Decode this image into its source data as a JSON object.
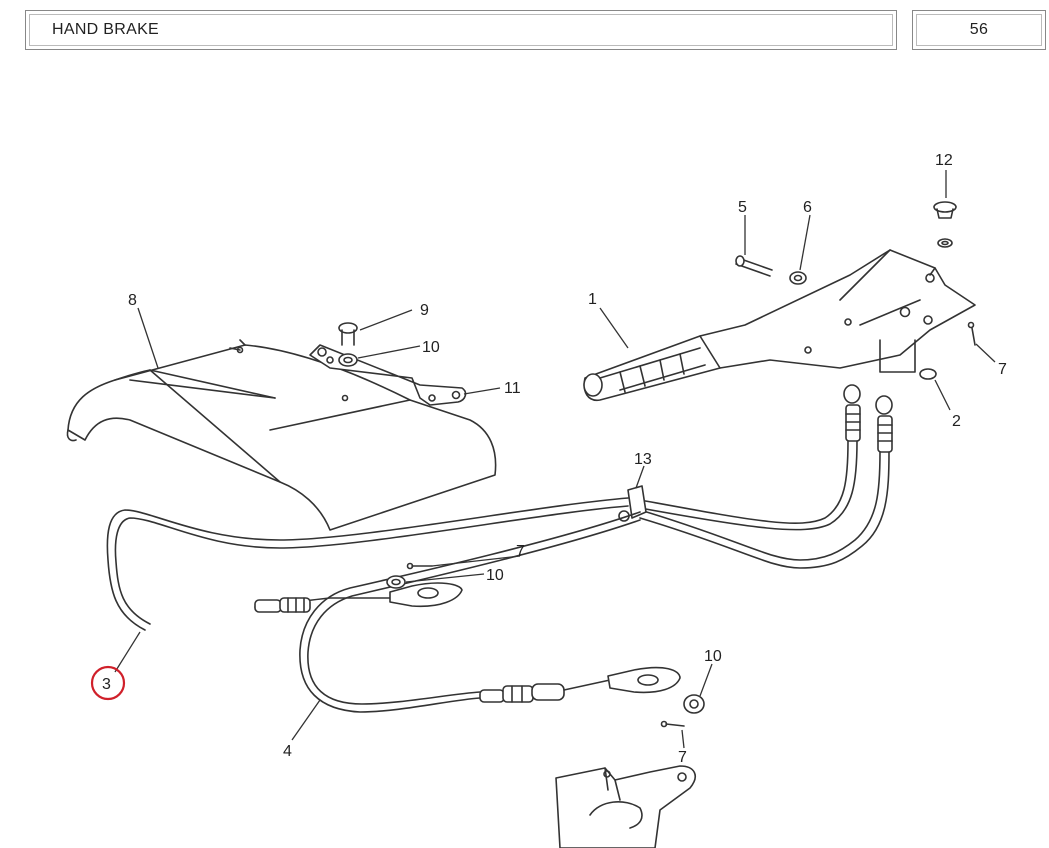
{
  "header": {
    "title": "HAND BRAKE",
    "page_number": "56"
  },
  "diagram": {
    "callouts": [
      {
        "id": "c12",
        "label": "12"
      },
      {
        "id": "c5",
        "label": "5"
      },
      {
        "id": "c6",
        "label": "6"
      },
      {
        "id": "c8",
        "label": "8"
      },
      {
        "id": "c9",
        "label": "9"
      },
      {
        "id": "c10a",
        "label": "10"
      },
      {
        "id": "c11",
        "label": "11"
      },
      {
        "id": "c1",
        "label": "1"
      },
      {
        "id": "c7a",
        "label": "7"
      },
      {
        "id": "c2",
        "label": "2"
      },
      {
        "id": "c13",
        "label": "13"
      },
      {
        "id": "c7b",
        "label": "7"
      },
      {
        "id": "c10b",
        "label": "10"
      },
      {
        "id": "c3",
        "label": "3",
        "highlighted": true
      },
      {
        "id": "c10c",
        "label": "10"
      },
      {
        "id": "c7c",
        "label": "7"
      },
      {
        "id": "c4",
        "label": "4"
      }
    ],
    "highlight_color": "#d0202a"
  }
}
